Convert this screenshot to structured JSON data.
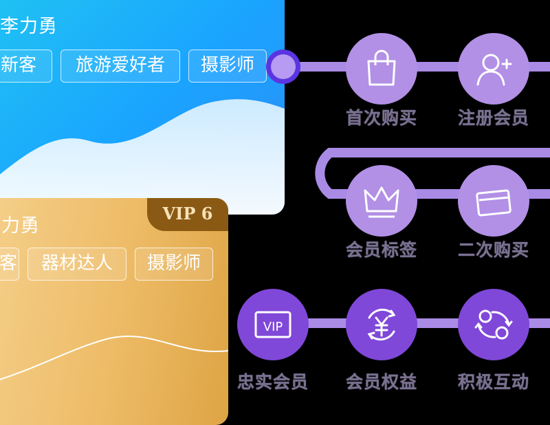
{
  "blue_card": {
    "name": "李力勇",
    "tags": [
      "新客",
      "旅游爱好者",
      "摄影师"
    ]
  },
  "gold_card": {
    "badge": "VIP 6",
    "name": "李力勇",
    "tags": [
      "新客",
      "器材达人",
      "摄影师"
    ]
  },
  "flow": {
    "steps": [
      {
        "label": "首次购买",
        "icon": "shopping-bag-icon"
      },
      {
        "label": "注册会员",
        "icon": "add-user-icon"
      },
      {
        "label": "会员标签",
        "icon": "crown-icon"
      },
      {
        "label": "二次购买",
        "icon": "card-icon"
      },
      {
        "label": "忠实会员",
        "icon": "vip-icon"
      },
      {
        "label": "会员权益",
        "icon": "yuan-exchange-icon"
      },
      {
        "label": "积极互动",
        "icon": "interaction-icon"
      }
    ]
  },
  "colors": {
    "blue_card": "#1aa4ff",
    "gold_card": "#edbb66",
    "node_light": "#b290e6",
    "node_dark": "#8048d8",
    "connector": "#a98be6",
    "label": "#7a7190"
  }
}
